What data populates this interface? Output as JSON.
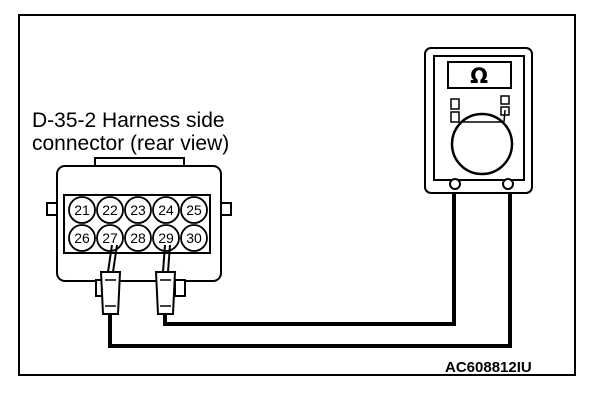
{
  "connector": {
    "label_line1": "D-35-2 Harness side",
    "label_line2": "connector (rear view)",
    "pins_top": [
      "21",
      "22",
      "23",
      "24",
      "25"
    ],
    "pins_bottom": [
      "26",
      "27",
      "28",
      "29",
      "30"
    ],
    "probed_pins": [
      "27",
      "29"
    ]
  },
  "meter": {
    "display": "Ω",
    "icon": "ohmmeter-icon"
  },
  "figure_code": "AC608812IU"
}
